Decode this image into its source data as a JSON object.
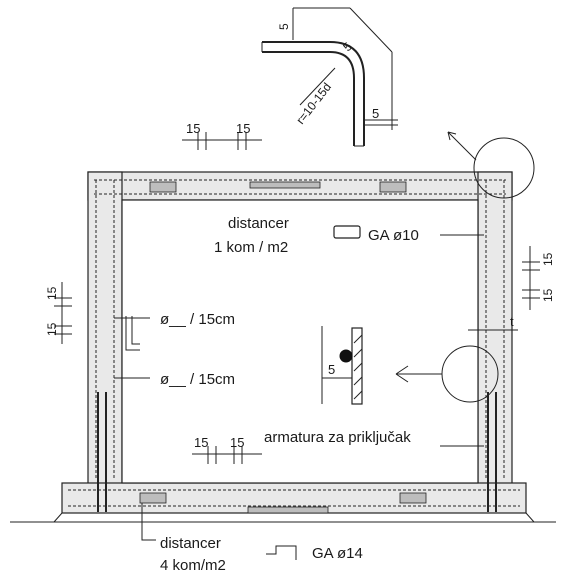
{
  "labels": {
    "hook_dim_top": "5",
    "hook_dim_corner": "5",
    "hook_dim_side": "5",
    "hook_radius": "r=10-15d",
    "spacing_top_a": "15",
    "spacing_top_b": "15",
    "spacer_inside": "distancer",
    "spacer_inside_rate": "1 kom / m2",
    "rebar_ga10": "GA ø10",
    "spacing_right_a": "15",
    "spacing_right_b": "15",
    "spacing_left_a": "15",
    "spacing_left_b": "15",
    "bar_spacing_upper": "ø__ / 15cm",
    "bar_spacing_lower": "ø__ / 15cm",
    "detail_dim": "5",
    "detail_tick": "t",
    "spacing_bottom_a": "15",
    "spacing_bottom_b": "15",
    "connection_rebar": "armatura za priključak",
    "spacer_bottom": "distancer",
    "spacer_bottom_rate": "4 kom/m2",
    "rebar_ga14": "GA ø14"
  },
  "colors": {
    "line": "#222222",
    "concrete": "#e9e9e9",
    "bar": "#bdbdbd"
  }
}
